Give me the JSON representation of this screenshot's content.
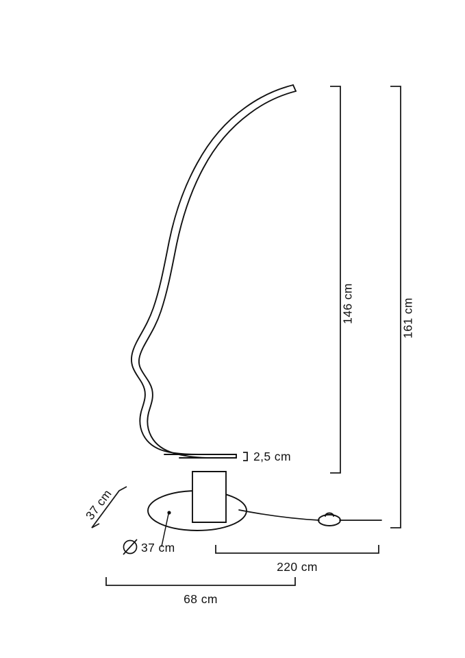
{
  "drawing": {
    "title": "Floor lamp technical dimension drawing",
    "subject": "arc floor lamp with wavy stem, disc base and inline cord switch",
    "units": "cm",
    "line_color": "#111111",
    "background_color": "#ffffff"
  },
  "dimensions": {
    "shade_height": {
      "label": "146 cm",
      "value": 146,
      "unit": "cm",
      "orientation": "vertical",
      "description": "height to underside of horizontal arm"
    },
    "total_height": {
      "label": "161 cm",
      "value": 161,
      "unit": "cm",
      "orientation": "vertical",
      "description": "overall height of lamp"
    },
    "arm_thickness": {
      "label": "2,5 cm",
      "value": 2.5,
      "unit": "cm",
      "orientation": "horizontal-bracket",
      "description": "thickness of horizontal arm"
    },
    "base_diameter_diagonal": {
      "label": "37 cm",
      "value": 37,
      "unit": "cm",
      "orientation": "diagonal",
      "description": "base depth measured across minor axis"
    },
    "base_diameter": {
      "label": "37 cm",
      "value": 37,
      "unit": "cm",
      "symbol": "⌀",
      "orientation": "leader",
      "description": "diameter of circular base"
    },
    "cord_length": {
      "label": "220 cm",
      "value": 220,
      "unit": "cm",
      "orientation": "horizontal",
      "description": "length of power cord"
    },
    "overall_width": {
      "label": "68 cm",
      "value": 68,
      "unit": "cm",
      "orientation": "horizontal",
      "description": "overall footprint width including arm reach"
    }
  },
  "parts": {
    "stem": "wavy-arc-tube",
    "arm": "horizontal-arm",
    "column": "base-column",
    "base": "elliptical-base-disc",
    "cord": "power-cord",
    "switch": "inline-cord-switch"
  }
}
